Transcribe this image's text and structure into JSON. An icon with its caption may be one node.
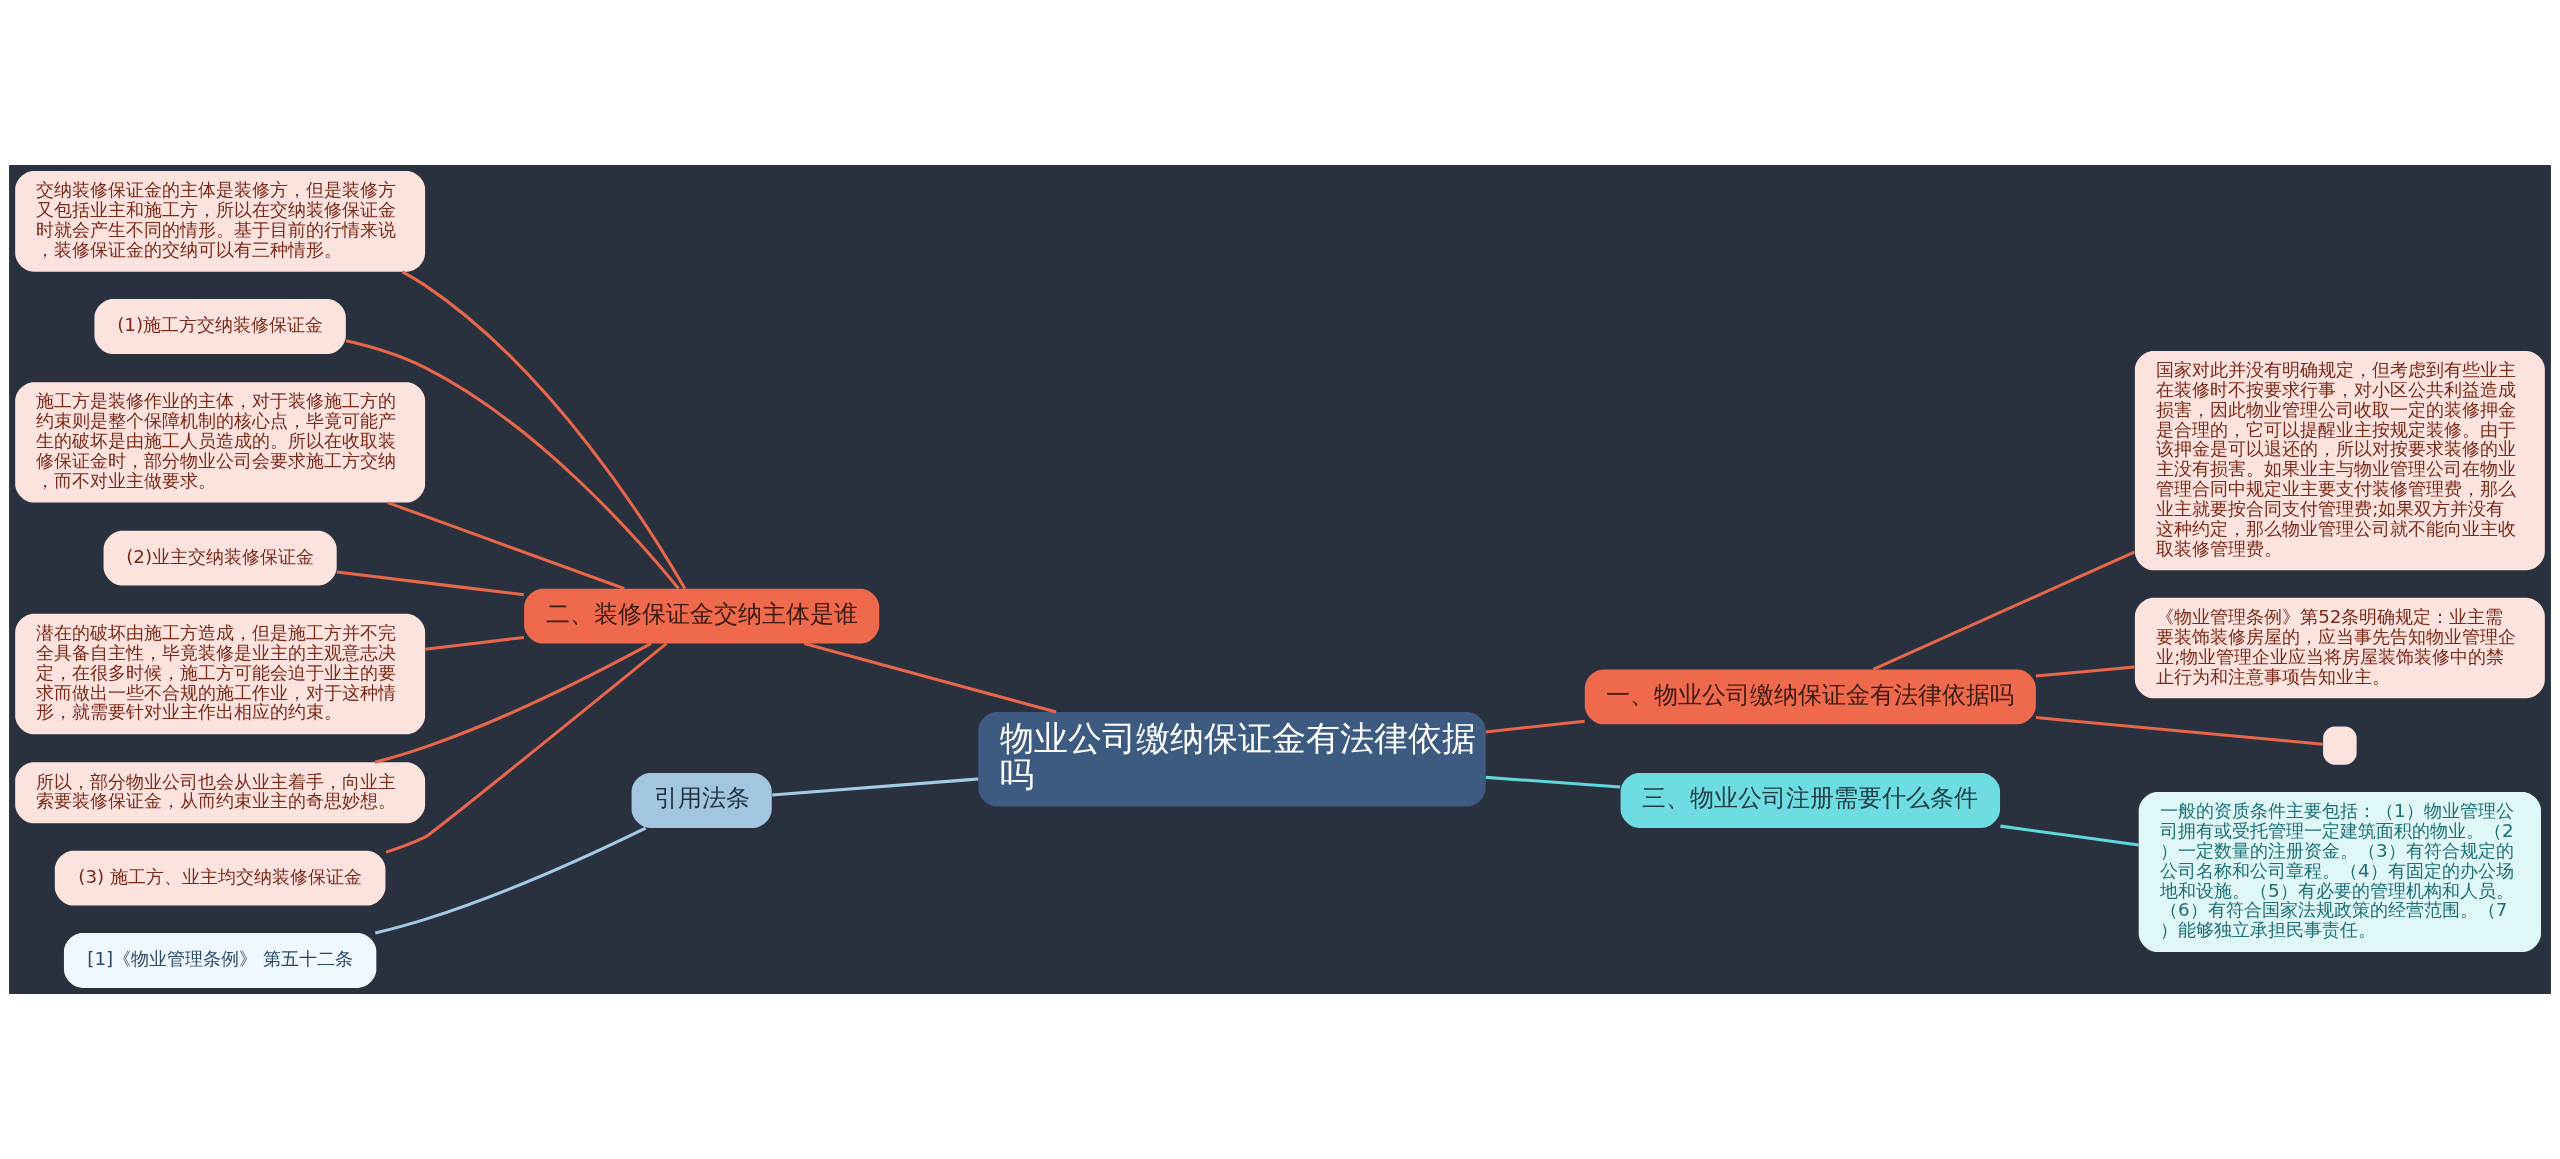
{
  "diagram": {
    "nodes": [
      {
        "text": [
          "物业公司缴纳保证金有法律依据吗"
        ]
      },
      {
        "text": [
          "一、物业公司缴纳保证金有法律依据吗"
        ]
      },
      {
        "text": [
          "国家对此并没有明确规定，但考虑到有些业主在装修时不按要求行事，对小区公共利益造成损害，因此物业管理公司收取一定的装修押金是合理的，它可以提醒业主按规定装修。由于该押金是可以退还的，所以对按要求装修的业主没有损害。如果业主与物业管理公司在物业管理合同中规定业主要支付装修管理费，那么业主就要按合同支付管理费;如果双方并没有这种约定，那么物业管理公司就不能向业主收取装修管理费。"
        ]
      },
      {
        "text": [
          "《物业管理条例》第52条明确规定：业主需要装饰装修房屋的，应当事先告知物业管理企业;物业管理企业应当将房屋装饰装修中的禁止行为和注意事项告知业主。"
        ]
      },
      {
        "text": [],
        "shape": "box"
      },
      {
        "text": [
          "二、装修保证金交纳主体是谁"
        ]
      },
      {
        "text": [
          "交纳装修保证金的主体是装修方，但是装修方又包括业主和施工方，所以在交纳装修保证金时就会产生不同的情形。基于目前的行情来说，装修保证金的交纳可以有三种情形。"
        ]
      },
      {
        "text": [
          "(1)施工方交纳装修保证金"
        ]
      },
      {
        "text": [
          "施工方是装修作业的主体，对于装修施工方的约束则是整个保障机制的核心点，毕竟可能产生的破坏是由施工人员造成的。所以在收取装修保证金时，部分物业公司会要求施工方交纳，而不对业主做要求。"
        ]
      },
      {
        "text": [
          "(2)业主交纳装修保证金"
        ]
      },
      {
        "text": [
          "潜在的破坏由施工方造成，但是施工方并不完全具备自主性，毕竟装修是业主的主观意志决定，在很多时候，施工方可能会迫于业主的要求而做出一些不合规的施工作业，对于这种情形，就需要针对业主作出相应的约束。"
        ]
      },
      {
        "text": [
          "所以，部分物业公司也会从业主着手，向业主索要装修保证金，从而约束业主的奇思妙想。"
        ]
      },
      {
        "text": [
          "(3) 施工方、业主均交纳装修保证金"
        ]
      },
      {
        "text": [
          "三、物业公司注册需要什么条件"
        ]
      },
      {
        "text": [
          "一般的资质条件主要包括：（1）物业管理公司拥有或受托管理一定建筑面积的物业。（2）一定数量的注册资金。（3）有符合规定的公司名称和公司章程。（4）有固定的办公场地和设施。（5）有必要的管理机构和人员。（6）有符合国家法规政策的经营范围。（7）能够独立承担民事责任。"
        ]
      },
      {
        "text": [
          "引用法条"
        ]
      },
      {
        "text": [
          "[1]《物业管理条例》 第五十二条"
        ]
      }
    ],
    "edges": [
      {
        "from": 0,
        "to": 1,
        "arrow": "none"
      },
      {
        "from": 1,
        "to": 2,
        "arrow": "none"
      },
      {
        "from": 1,
        "to": 3,
        "arrow": "none"
      },
      {
        "from": 1,
        "to": 4,
        "arrow": "none"
      },
      {
        "from": 0,
        "to": 5,
        "arrow": "none"
      },
      {
        "from": 5,
        "to": 6,
        "arrow": "none"
      },
      {
        "from": 5,
        "to": 7,
        "arrow": "none"
      },
      {
        "from": 5,
        "to": 8,
        "arrow": "none"
      },
      {
        "from": 5,
        "to": 9,
        "arrow": "none"
      },
      {
        "from": 5,
        "to": 10,
        "arrow": "none"
      },
      {
        "from": 5,
        "to": 11,
        "arrow": "none"
      },
      {
        "from": 5,
        "to": 12,
        "arrow": "none"
      },
      {
        "from": 0,
        "to": 13,
        "arrow": "none",
        "color": "#5fd8e0"
      },
      {
        "from": 13,
        "to": 14,
        "arrow": "none",
        "color": "#5fd8e0"
      },
      {
        "from": 0,
        "to": 15,
        "arrow": "none",
        "color": "#a3cbe8"
      },
      {
        "from": 15,
        "to": 16,
        "arrow": "none",
        "color": "#a3cbe8"
      }
    ]
  }
}
